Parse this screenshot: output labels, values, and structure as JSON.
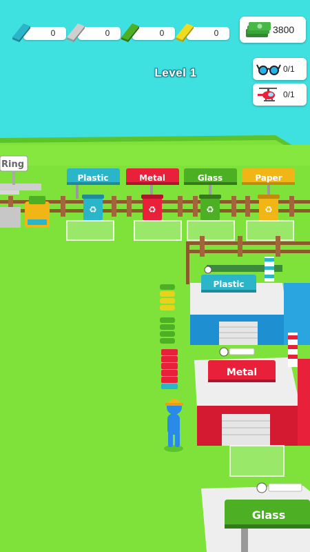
{
  "resources": [
    {
      "name": "plastic",
      "count": "0",
      "color": "#2bb5c9"
    },
    {
      "name": "metal",
      "count": "0",
      "color": "#b8b8b8"
    },
    {
      "name": "glass",
      "count": "0",
      "color": "#4caf24"
    },
    {
      "name": "paper",
      "count": "0",
      "color": "#e8d21a"
    }
  ],
  "cash": {
    "amount": "3800",
    "icon": "cash-stack-icon"
  },
  "level": {
    "label": "Level 1"
  },
  "missions": [
    {
      "icon": "glasses-icon",
      "progress": "0/1"
    },
    {
      "icon": "helicopter-icon",
      "progress": "0/1"
    }
  ],
  "signs": {
    "partial": "Ring",
    "plastic": "Plastic",
    "metal": "Metal",
    "glass": "Glass",
    "paper": "Paper"
  },
  "buildings": {
    "plastic": "Plastic",
    "metal": "Metal",
    "glass": "Glass"
  },
  "colors": {
    "sea": "#3fe0e0",
    "grass": "#7ee23a",
    "plastic": "#2bb5c9",
    "metal": "#e8203a",
    "glass": "#4caf24",
    "paper": "#f2b516"
  }
}
